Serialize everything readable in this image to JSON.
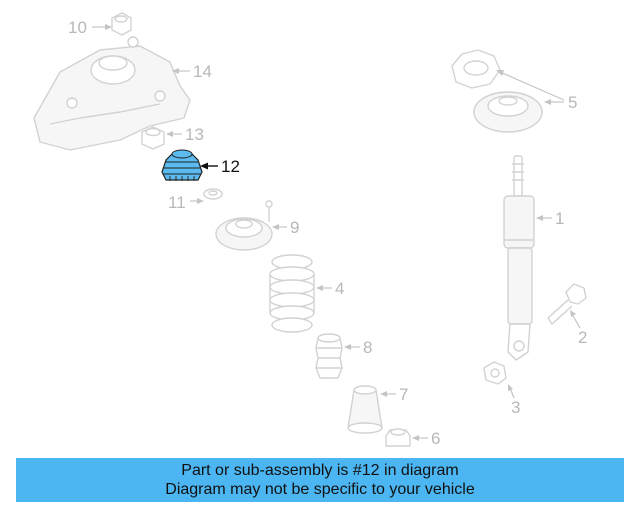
{
  "diagram": {
    "highlight_color": "#5bbbee",
    "highlighted_part": "12",
    "callouts": {
      "c1": "1",
      "c2": "2",
      "c3": "3",
      "c4": "4",
      "c5": "5",
      "c6": "6",
      "c7": "7",
      "c8": "8",
      "c9": "9",
      "c10": "10",
      "c11": "11",
      "c12": "12",
      "c13": "13",
      "c14": "14"
    }
  },
  "caption": {
    "line1": "Part or sub-assembly is #12 in diagram",
    "line2": "Diagram may not be specific to your vehicle"
  }
}
